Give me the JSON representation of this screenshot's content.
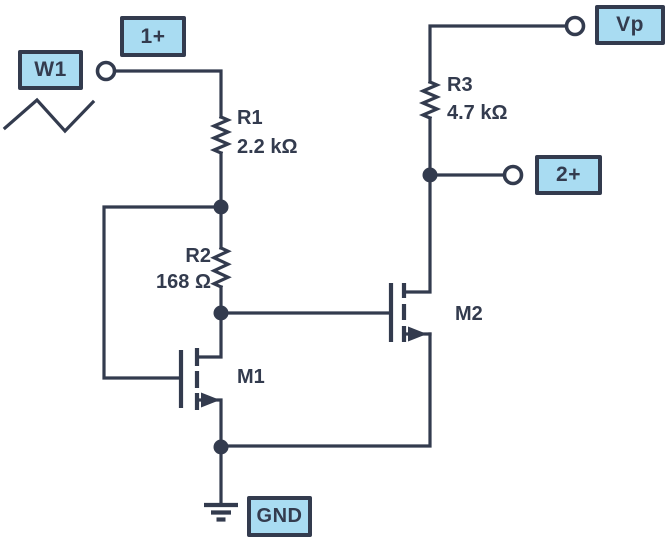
{
  "diagram": {
    "type": "circuit-schematic",
    "terminals": {
      "w1": "W1",
      "one_plus": "1+",
      "vp": "Vp",
      "two_plus": "2+",
      "gnd": "GND"
    },
    "components": {
      "r1": {
        "name": "R1",
        "value": "2.2 kΩ"
      },
      "r2": {
        "name": "R2",
        "value": "168 Ω"
      },
      "r3": {
        "name": "R3",
        "value": "4.7 kΩ"
      },
      "m1": {
        "name": "M1"
      },
      "m2": {
        "name": "M2"
      }
    },
    "colors": {
      "line": "#333b4e",
      "label_fill": "#a9dcf2",
      "background": "#ffffff"
    }
  }
}
